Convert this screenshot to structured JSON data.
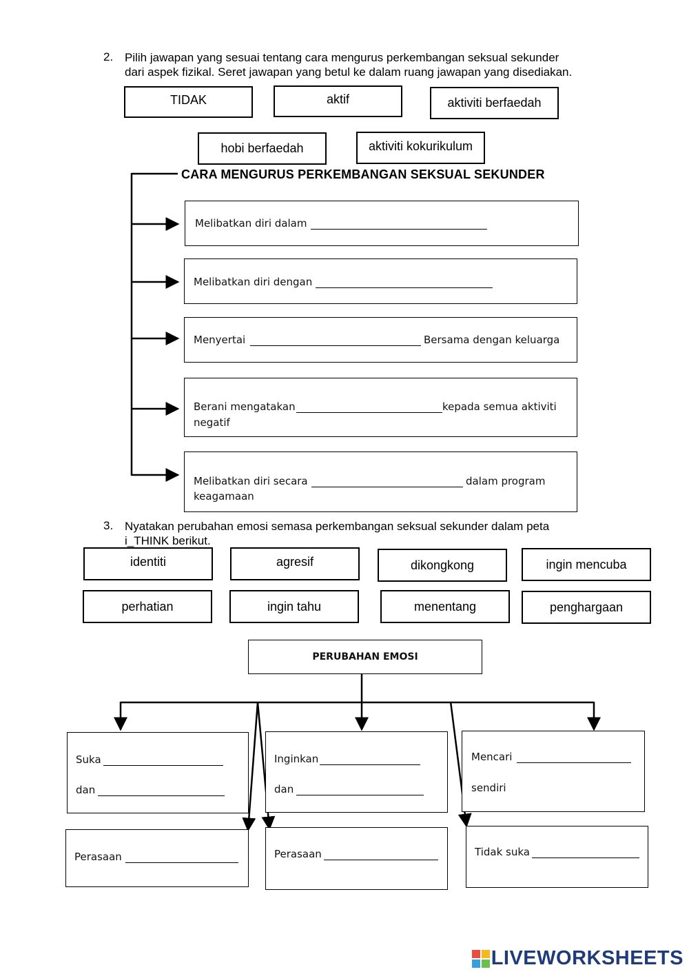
{
  "question2": {
    "number": "2.",
    "line1": "Pilih jawapan yang sesuai tentang cara mengurus perkembangan seksual sekunder",
    "line2": "dari aspek fizikal. Seret jawapan yang betul ke dalam ruang jawapan yang disediakan.",
    "options": [
      "TIDAK",
      "aktif",
      "aktiviti berfaedah",
      "hobi berfaedah",
      "aktiviti kokurikulum"
    ],
    "diagram_title": "CARA MENGURUS PERKEMBANGAN SEKSUAL SEKUNDER",
    "items": [
      {
        "before": "Melibatkan diri dalam",
        "after": "",
        "line2": ""
      },
      {
        "before": "Melibatkan diri dengan",
        "after": "",
        "line2": ""
      },
      {
        "before": "Menyertai",
        "after": "Bersama dengan keluarga",
        "line2": ""
      },
      {
        "before": "Berani mengatakan",
        "after": "kepada semua aktiviti",
        "line2": "negatif"
      },
      {
        "before": "Melibatkan diri secara",
        "after": "dalam program",
        "line2": "keagamaan"
      }
    ]
  },
  "question3": {
    "number": "3.",
    "line1": "Nyatakan perubahan emosi semasa perkembangan seksual sekunder dalam peta",
    "line2": "i_THINK berikut.",
    "options": [
      "identiti",
      "agresif",
      "dikongkong",
      "ingin mencuba",
      "perhatian",
      "ingin tahu",
      "menentang",
      "penghargaan"
    ],
    "map_title": "PERUBAHAN EMOSI",
    "boxes": {
      "b1_l1": "Suka",
      "b1_l2": "dan",
      "b2_l1": "Inginkan",
      "b2_l2": "dan",
      "b3_l1": "Mencari",
      "b3_l2": "sendiri",
      "b4": "Perasaan",
      "b5": "Perasaan",
      "b6": "Tidak suka"
    }
  },
  "footer": {
    "brand": "LIVEWORKSHEETS",
    "brand_color": "#1f3b7a"
  }
}
